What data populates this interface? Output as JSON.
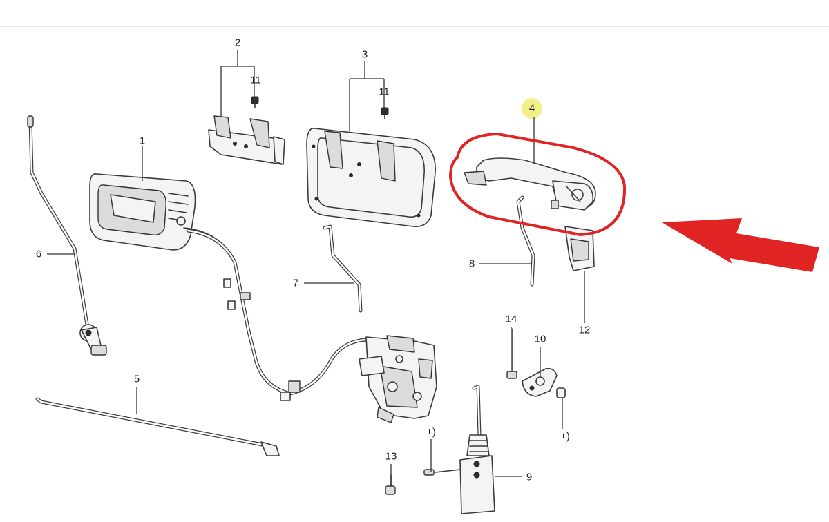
{
  "diagram": {
    "callouts": [
      {
        "id": "1",
        "text": "1"
      },
      {
        "id": "2",
        "text": "2"
      },
      {
        "id": "3",
        "text": "3"
      },
      {
        "id": "4",
        "text": "4",
        "highlighted": true
      },
      {
        "id": "5",
        "text": "5"
      },
      {
        "id": "6",
        "text": "6"
      },
      {
        "id": "7",
        "text": "7"
      },
      {
        "id": "8",
        "text": "8"
      },
      {
        "id": "9",
        "text": "9"
      },
      {
        "id": "10",
        "text": "10"
      },
      {
        "id": "11a",
        "text": "11"
      },
      {
        "id": "11b",
        "text": "11"
      },
      {
        "id": "12",
        "text": "12"
      },
      {
        "id": "13",
        "text": "13"
      },
      {
        "id": "14",
        "text": "14"
      },
      {
        "id": "star1",
        "text": "+)"
      },
      {
        "id": "star2",
        "text": "+)"
      }
    ],
    "highlight": {
      "target_part": "4",
      "ellipse_color": "#e02424",
      "arrow_color": "#e02424",
      "marker_color": "#f3f08a"
    }
  }
}
